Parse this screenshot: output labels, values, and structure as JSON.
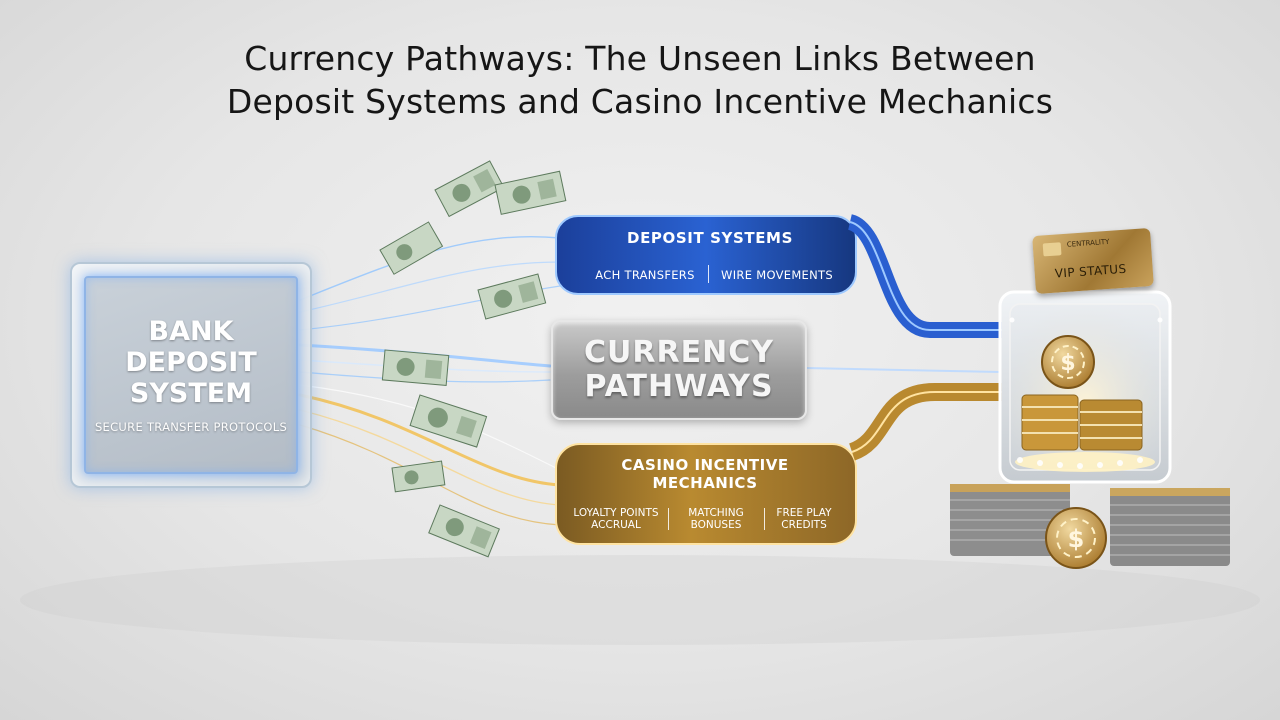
{
  "title": {
    "line1": "Currency Pathways: The Unseen Links Between",
    "line2": "Deposit Systems and Casino Incentive Mechanics"
  },
  "bank": {
    "title_lines": [
      "BANK",
      "DEPOSIT",
      "SYSTEM"
    ],
    "subtitle": "SECURE TRANSFER PROTOCOLS"
  },
  "deposit_systems": {
    "title": "DEPOSIT SYSTEMS",
    "items": [
      "ACH TRANSFERS",
      "WIRE MOVEMENTS"
    ],
    "color": "#1e4fb8"
  },
  "center": {
    "lines": [
      "CURRENCY",
      "PATHWAYS"
    ]
  },
  "casino_incentives": {
    "title": "CASINO INCENTIVE MECHANICS",
    "items": [
      "LOYALTY POINTS ACCRUAL",
      "MATCHING BONUSES",
      "FREE PLAY CREDITS"
    ],
    "color": "#b8862c"
  },
  "vip_card": {
    "brand": "CENTRALITY",
    "label": "VIP STATUS"
  },
  "colors": {
    "blue_glow": "#6fb3ff",
    "gold_glow": "#f2c25a",
    "chip_gold": "#c9973a"
  },
  "icons": [
    "banknote-icon",
    "casino-chip-icon",
    "credit-card-icon",
    "chip-stack-icon"
  ]
}
